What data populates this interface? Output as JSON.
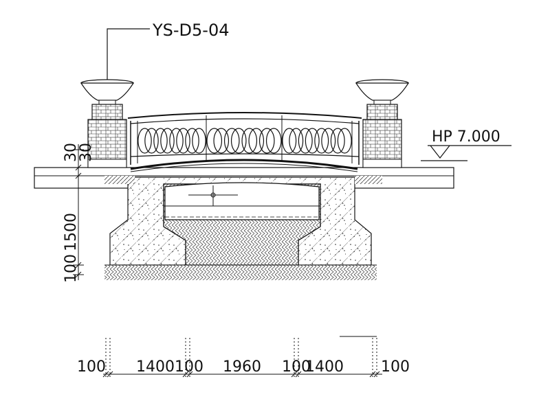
{
  "callout": {
    "ref_label": "YS-D5-04"
  },
  "elevation_marker": {
    "label": "HP 7.000"
  },
  "vertical_dims": {
    "top": "30",
    "second": "30",
    "middle": "1500",
    "bottom": "100"
  },
  "horizontal_dims": [
    "100",
    "1400",
    "100",
    "1960",
    "100",
    "1400",
    "100"
  ],
  "colors": {
    "line": "#111111",
    "hatch": "#444444",
    "background": "#ffffff"
  }
}
